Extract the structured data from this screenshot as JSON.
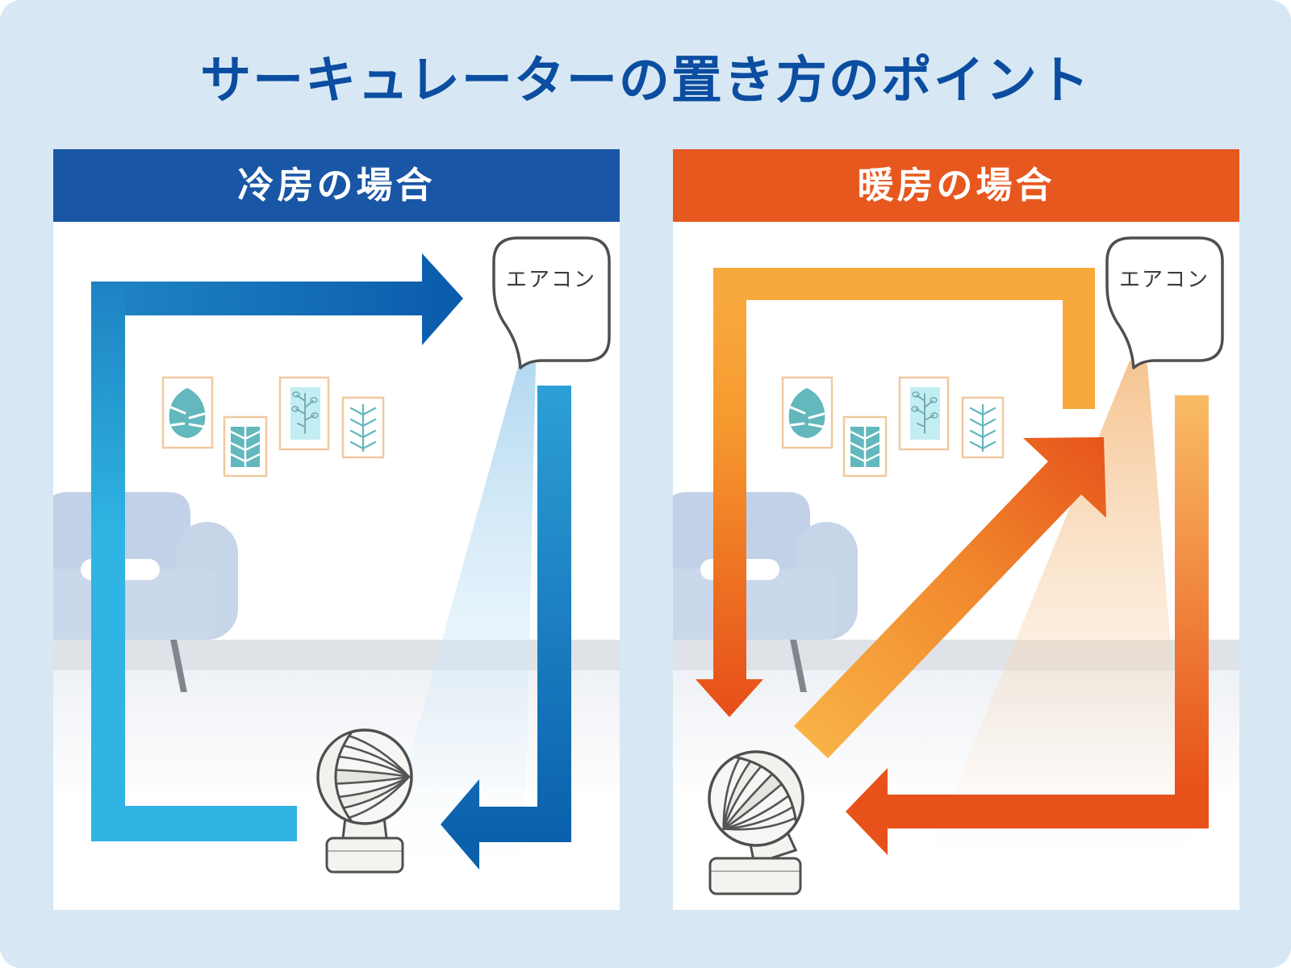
{
  "title": {
    "text": "サーキュレーターの置き方のポイント",
    "color": "#0B4DA0"
  },
  "background_color": "#D7E8F4",
  "panels": {
    "cooling": {
      "header": "冷房の場合",
      "header_color": "#1956A5",
      "aircon_label": "エアコン",
      "airflow_colors": {
        "circulator_supply": "#2FB4E3",
        "return_to_aircon": "#0A5BAB",
        "aircon_downdraft": "#0B60AC",
        "cold_air_beam": "#A9D4EF"
      },
      "elements": [
        "air-conditioner-icon",
        "cold-air-beam",
        "circulator-fan-icon",
        "sofa-icon",
        "wall-art-icons",
        "airflow-loop-arrow",
        "aircon-downdraft-arrow"
      ]
    },
    "heating": {
      "header": "暖房の場合",
      "header_color": "#E7581F",
      "aircon_label": "エアコン",
      "airflow_colors": {
        "ceiling_flow": "#F8A93C",
        "down_arrow": "#E8521B",
        "floor_return": "#E7521A",
        "fan_diagonal": "#F9B246",
        "warm_air_beam": "#F5BE85"
      },
      "elements": [
        "air-conditioner-icon",
        "warm-air-beam",
        "circulator-fan-icon",
        "sofa-icon",
        "wall-art-icons",
        "ceiling-down-arrow",
        "floor-return-arrow",
        "diagonal-fan-arrow"
      ]
    }
  }
}
